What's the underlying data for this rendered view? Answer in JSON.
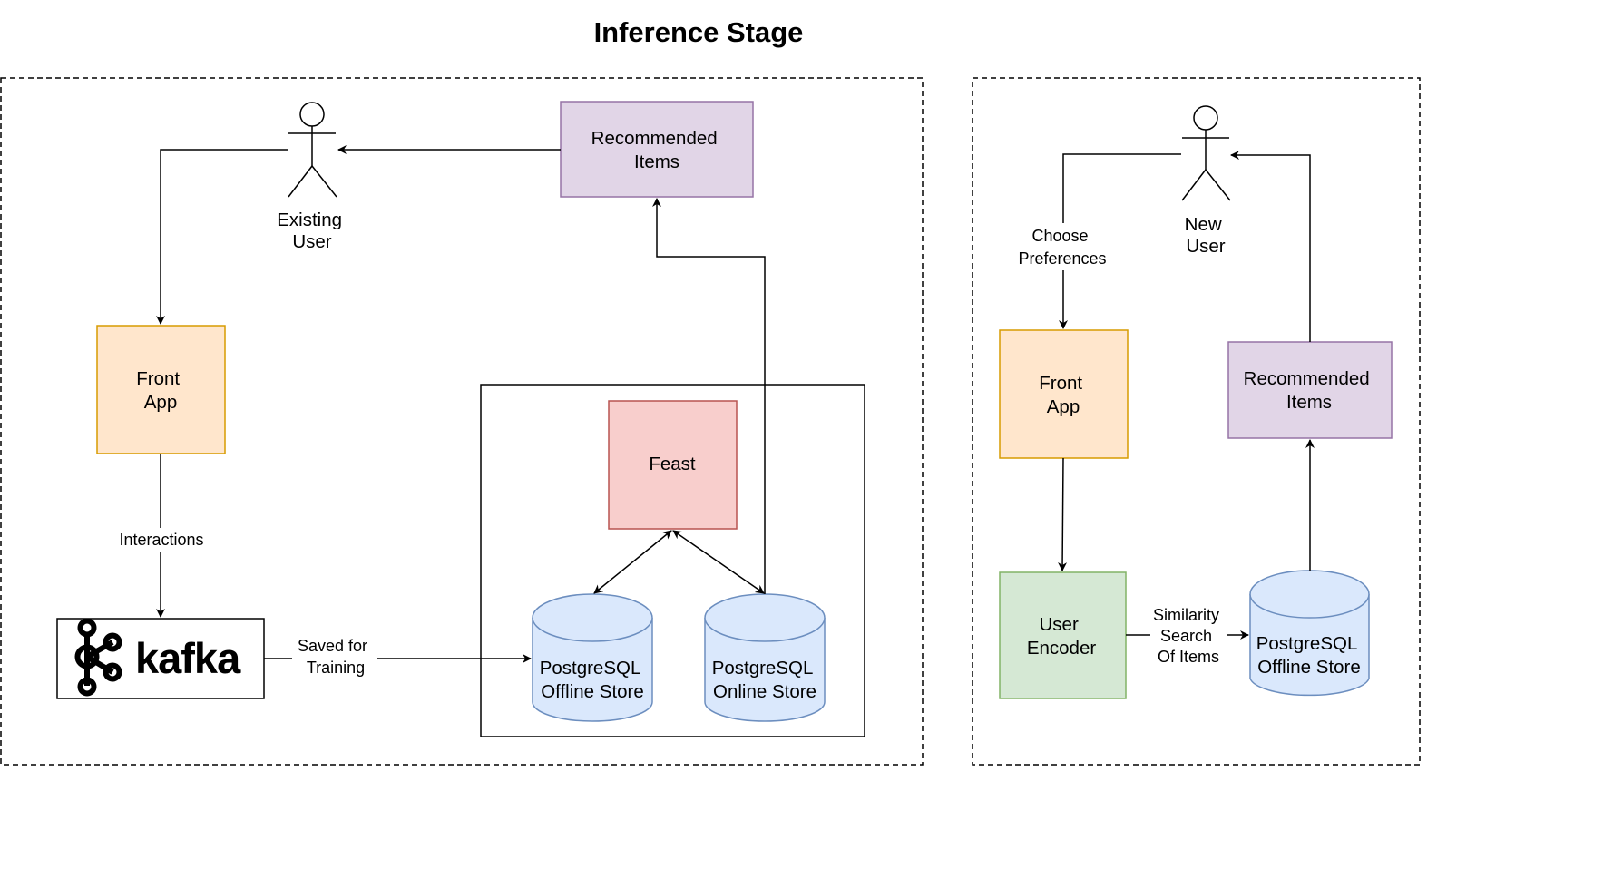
{
  "title": "Inference Stage",
  "colors": {
    "orange_fill": "#ffe6cc",
    "orange_stroke": "#d79b00",
    "purple_fill": "#e1d5e7",
    "purple_stroke": "#9673a6",
    "red_fill": "#f8cecc",
    "red_stroke": "#b85450",
    "blue_fill": "#dae8fc",
    "blue_stroke": "#6c8ebf",
    "green_fill": "#d5e8d4",
    "green_stroke": "#82b366"
  },
  "left": {
    "actor_label": [
      "Existing",
      "User"
    ],
    "recommended": [
      "Recommended",
      "Items"
    ],
    "front_app": [
      "Front",
      "App"
    ],
    "feast": "Feast",
    "offline_store": [
      "PostgreSQL",
      "Offline Store"
    ],
    "online_store": [
      "PostgreSQL",
      "Online Store"
    ],
    "kafka": "kafka",
    "edge_interactions": "Interactions",
    "edge_saved": [
      "Saved for",
      "Training"
    ]
  },
  "right": {
    "actor_label": [
      "New",
      "User"
    ],
    "edge_choose": [
      "Choose",
      "Preferences"
    ],
    "front_app": [
      "Front",
      "App"
    ],
    "recommended": [
      "Recommended",
      "Items"
    ],
    "user_encoder": [
      "User",
      "Encoder"
    ],
    "edge_similarity": [
      "Similarity",
      "Search",
      "Of Items"
    ],
    "offline_store": [
      "PostgreSQL",
      "Offline Store"
    ]
  }
}
